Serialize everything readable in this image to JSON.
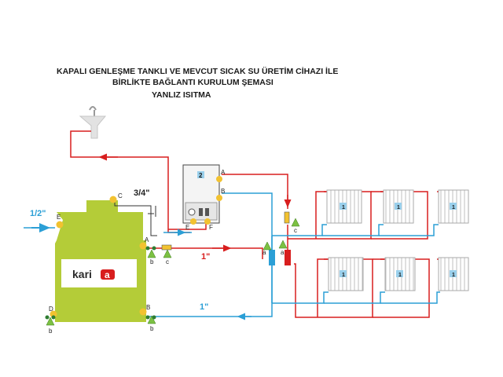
{
  "title": {
    "line1": "KAPALI GENLEŞME TANKLI VE MEVCUT SICAK SU ÜRETİM CİHAZI İLE",
    "line2": "BİRLİKTE BAĞLANTI KURULUM ŞEMASI",
    "line3": "YANLIZ ISITMA"
  },
  "tank": {
    "brand": "kari",
    "brand_badge": "a"
  },
  "boiler": {
    "number": "2"
  },
  "radiators": {
    "number": "1"
  },
  "pipe_sizes": {
    "cold_inlet": "1/2\"",
    "vent": "3/4\"",
    "supply": "1\"",
    "return": "1\""
  },
  "ports": {
    "tank_top": "C",
    "tank_inlet": "E",
    "tank_supply": "A",
    "tank_return": "B",
    "tank_drain": "D",
    "boiler_out": "A",
    "boiler_in": "B",
    "boiler_e": "E",
    "boiler_f": "F"
  },
  "valves": {
    "b": "b",
    "c": "c",
    "a": "a"
  },
  "colors": {
    "hot": "#d81e1e",
    "cold": "#2b9fd6",
    "tank": "#b4cc38",
    "valve": "#7cc143",
    "port": "#f2c230",
    "panel": "#9ad0ec"
  }
}
